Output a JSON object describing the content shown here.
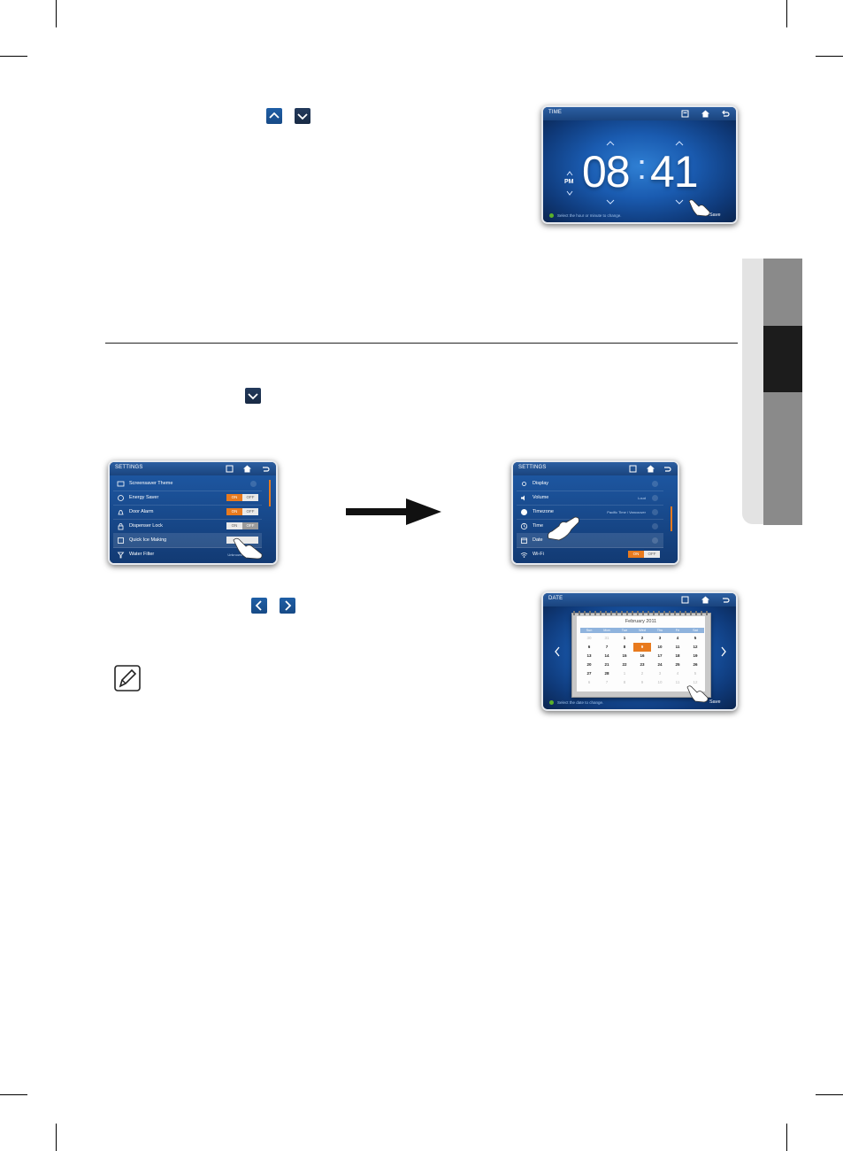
{
  "time_screen": {
    "title": "TIME",
    "hour": "08",
    "colon": ":",
    "minute": "41",
    "ampm": "PM",
    "hint": "Select the hour or minute to change.",
    "save_label": "Save"
  },
  "settings_screen_1": {
    "title": "SETTINGS",
    "rows": [
      {
        "label": "Screensaver Theme"
      },
      {
        "label": "Energy Saver",
        "on": "ON",
        "off": "OFF"
      },
      {
        "label": "Door Alarm",
        "on": "ON",
        "off": "OFF"
      },
      {
        "label": "Dispenser Lock",
        "on": "ON",
        "off": "OFF"
      },
      {
        "label": "Quick Ice Making"
      },
      {
        "label": "Water Filter",
        "value": "Unknown"
      }
    ]
  },
  "settings_screen_2": {
    "title": "SETTINGS",
    "rows": [
      {
        "label": "Display"
      },
      {
        "label": "Volume",
        "value": "Loud"
      },
      {
        "label": "Timezone",
        "value": "Pacific Time / Vancouver"
      },
      {
        "label": "Time"
      },
      {
        "label": "Date"
      },
      {
        "label": "Wi-Fi",
        "on": "ON",
        "off": "OFF"
      }
    ]
  },
  "date_screen": {
    "title": "DATE",
    "month": "February 2011",
    "weekdays": [
      "Sun",
      "Mon",
      "Tue",
      "Wed",
      "Thu",
      "Fri",
      "Sat"
    ],
    "weeks": [
      [
        "30",
        "31",
        "1",
        "2",
        "3",
        "4",
        "5"
      ],
      [
        "6",
        "7",
        "8",
        "9",
        "10",
        "11",
        "12"
      ],
      [
        "13",
        "14",
        "15",
        "16",
        "17",
        "18",
        "19"
      ],
      [
        "20",
        "21",
        "22",
        "23",
        "24",
        "25",
        "26"
      ],
      [
        "27",
        "28",
        "1",
        "2",
        "3",
        "4",
        "5"
      ],
      [
        "6",
        "7",
        "8",
        "9",
        "10",
        "11",
        "12"
      ]
    ],
    "selected": "9",
    "hint": "Select the date to change.",
    "save_label": "Save"
  },
  "colors": {
    "accent_orange": "#e87a1e",
    "screen_blue": "#1a5bb0",
    "titlebar_blue": "#2c5fa2",
    "side_tab_dark": "#1c1c1c",
    "side_tab_grey": "#8a8a8a"
  }
}
